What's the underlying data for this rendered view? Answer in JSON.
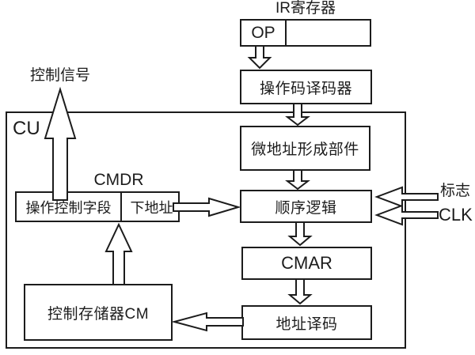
{
  "nodes": {
    "ir_register_title": "IR寄存器",
    "op": "OP",
    "opcode_decoder": "操作码译码器",
    "micro_address_unit": "微地址形成部件",
    "sequential_logic": "顺序逻辑",
    "cmar": "CMAR",
    "address_decoder": "地址译码",
    "control_memory": "控制存储器CM",
    "cmdr_title": "CMDR",
    "operation_control_field": "操作控制字段",
    "next_address": "下地址",
    "cu": "CU"
  },
  "labels": {
    "control_signal": "控制信号",
    "flag": "标志",
    "clk": "CLK"
  },
  "colors": {
    "line": "#1c1c1c",
    "background": "#ffffff"
  }
}
